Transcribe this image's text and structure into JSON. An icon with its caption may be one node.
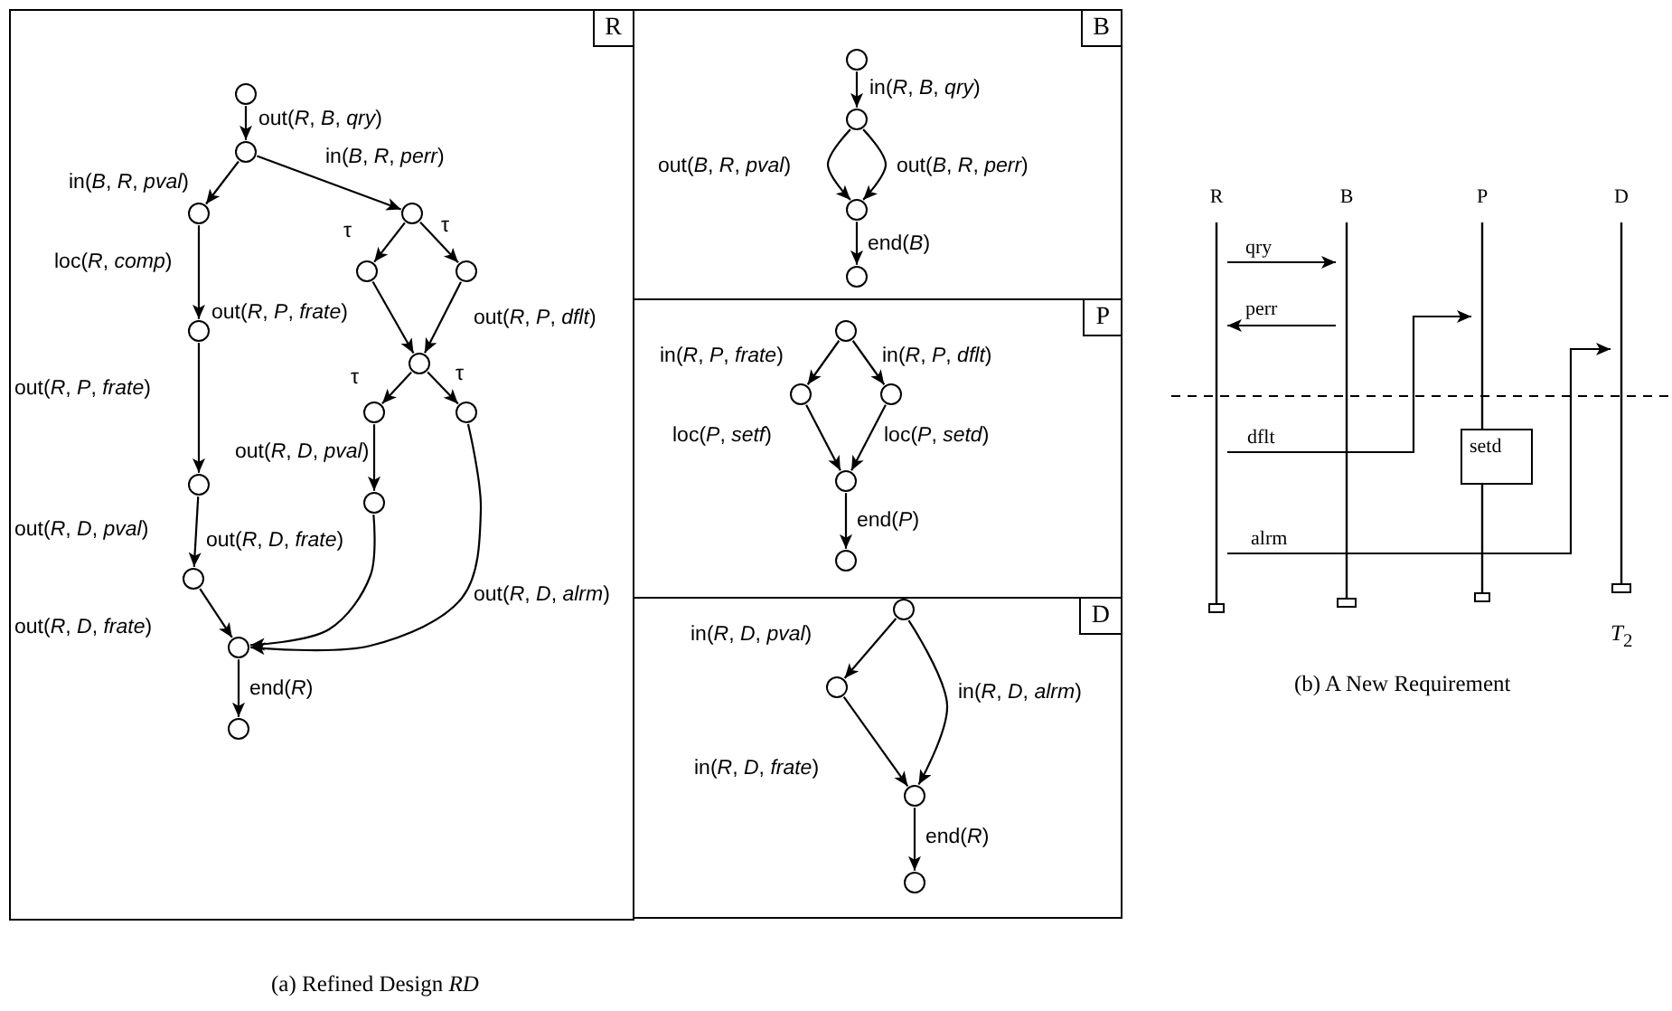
{
  "diagram": {
    "caption": "(a) Refined Design *RD*",
    "nodes": [
      {
        "text": [
          "R"
        ]
      },
      {
        "text": [],
        "shape": "circle",
        "in": 0
      },
      {
        "text": [],
        "shape": "circle",
        "in": 0
      },
      {
        "text": [],
        "shape": "circle",
        "in": 0
      },
      {
        "text": [],
        "shape": "circle",
        "in": 0
      },
      {
        "text": [],
        "shape": "circle",
        "in": 0
      },
      {
        "text": [],
        "shape": "circle",
        "in": 0
      },
      {
        "text": [],
        "shape": "circle",
        "in": 0
      },
      {
        "text": [],
        "shape": "circle",
        "in": 0
      },
      {
        "text": [],
        "shape": "circle",
        "in": 0
      },
      {
        "text": [],
        "shape": "circle",
        "in": 0
      },
      {
        "text": [],
        "shape": "circle",
        "in": 0
      },
      {
        "text": [],
        "shape": "circle",
        "in": 0
      },
      {
        "text": [],
        "shape": "circle",
        "in": 0
      },
      {
        "text": [],
        "shape": "circle",
        "in": 0
      },
      {
        "text": [],
        "shape": "circle",
        "in": 0
      },
      {
        "text": [
          "B"
        ]
      },
      {
        "text": [],
        "shape": "circle",
        "in": 16
      },
      {
        "text": [],
        "shape": "circle",
        "in": 16
      },
      {
        "text": [],
        "shape": "circle",
        "in": 16
      },
      {
        "text": [],
        "shape": "circle",
        "in": 16
      },
      {
        "text": [
          "P"
        ]
      },
      {
        "text": [],
        "shape": "circle",
        "in": 21
      },
      {
        "text": [],
        "shape": "circle",
        "in": 21
      },
      {
        "text": [],
        "shape": "circle",
        "in": 21
      },
      {
        "text": [],
        "shape": "circle",
        "in": 21
      },
      {
        "text": [],
        "shape": "circle",
        "in": 21
      },
      {
        "text": [
          "D"
        ]
      },
      {
        "text": [],
        "shape": "circle",
        "in": 27
      },
      {
        "text": [],
        "shape": "circle",
        "in": 27
      },
      {
        "text": [],
        "shape": "circle",
        "in": 27
      },
      {
        "text": [],
        "shape": "circle",
        "in": 27
      },
      {
        "text": [
          "R"
        ]
      },
      {
        "text": [
          "B"
        ]
      },
      {
        "text": [
          "P"
        ]
      },
      {
        "text": [
          "D"
        ]
      },
      {
        "text": [
          "setd"
        ]
      }
    ],
    "edges": [
      {
        "from": 1,
        "to": 2,
        "arrow": "to",
        "label": "out(*R*, *B*, *qry*)"
      },
      {
        "from": 2,
        "to": 3,
        "arrow": "to",
        "label": "in(*B*, *R*, *pval*)"
      },
      {
        "from": 2,
        "to": 4,
        "arrow": "to",
        "label": "in(*B*, *R*, *perr*)"
      },
      {
        "from": 4,
        "to": 5,
        "arrow": "to",
        "label": "τ"
      },
      {
        "from": 4,
        "to": 6,
        "arrow": "to",
        "label": "τ"
      },
      {
        "from": 3,
        "to": 7,
        "arrow": "to",
        "label": "loc(*R*, *comp*)"
      },
      {
        "from": 5,
        "to": 8,
        "arrow": "to",
        "label": "out(*R*, *P*, *frate*)"
      },
      {
        "from": 6,
        "to": 8,
        "arrow": "to",
        "label": "out(*R*, *P*, *dflt*)"
      },
      {
        "from": 8,
        "to": 9,
        "arrow": "to",
        "label": "τ"
      },
      {
        "from": 8,
        "to": 10,
        "arrow": "to",
        "label": "τ"
      },
      {
        "from": 7,
        "to": 11,
        "arrow": "to",
        "label": "out(*R*, *P*, *frate*)"
      },
      {
        "from": 9,
        "to": 12,
        "arrow": "to",
        "label": "out(*R*, *D*, *pval*)"
      },
      {
        "from": 11,
        "to": 13,
        "arrow": "to",
        "label": "out(*R*, *D*, *pval*)"
      },
      {
        "from": 12,
        "to": 14,
        "arrow": "to",
        "label": "out(*R*, *D*, *frate*)"
      },
      {
        "from": 10,
        "to": 14,
        "arrow": "to",
        "label": "out(*R*, *D*, *alrm*)"
      },
      {
        "from": 13,
        "to": 14,
        "arrow": "to",
        "label": "out(*R*, *D*, *frate*)"
      },
      {
        "from": 14,
        "to": 15,
        "arrow": "to",
        "label": "end(*R*)"
      },
      {
        "from": 17,
        "to": 18,
        "arrow": "to",
        "label": "in(*R*, *B*, *qry*)"
      },
      {
        "from": 18,
        "to": 19,
        "arrow": "to",
        "label": "out(*B*, *R*, *pval*)"
      },
      {
        "from": 18,
        "to": 19,
        "arrow": "to",
        "label": "out(*B*, *R*, *perr*)"
      },
      {
        "from": 19,
        "to": 20,
        "arrow": "to",
        "label": "end(*B*)"
      },
      {
        "from": 22,
        "to": 23,
        "arrow": "to",
        "label": "in(*R*, *P*, *frate*)"
      },
      {
        "from": 22,
        "to": 24,
        "arrow": "to",
        "label": "in(*R*, *P*, *dflt*)"
      },
      {
        "from": 23,
        "to": 25,
        "arrow": "to",
        "label": "loc(*P*, *setf*)"
      },
      {
        "from": 24,
        "to": 25,
        "arrow": "to",
        "label": "loc(*P*, *setd*)"
      },
      {
        "from": 25,
        "to": 26,
        "arrow": "to",
        "label": "end(*P*)"
      },
      {
        "from": 28,
        "to": 29,
        "arrow": "to",
        "label": "in(*R*, *D*, *pval*)"
      },
      {
        "from": 28,
        "to": 30,
        "arrow": "to",
        "label": "in(*R*, *D*, *alrm*)"
      },
      {
        "from": 29,
        "to": 30,
        "arrow": "to",
        "label": "in(*R*, *D*, *frate*)"
      },
      {
        "from": 30,
        "to": 31,
        "arrow": "to",
        "label": "end(*R*)"
      },
      {
        "from": 32,
        "to": 33,
        "arrow": "to",
        "label": "qry"
      },
      {
        "from": 33,
        "to": 32,
        "arrow": "to",
        "label": "perr"
      },
      {
        "from": 32,
        "to": 34,
        "arrow": "to",
        "label": "dflt"
      },
      {
        "from": 32,
        "to": 35,
        "arrow": "to",
        "label": "alrm"
      }
    ],
    "labels": [
      "*T*$_{2}$",
      "(b) A New Requirement"
    ]
  }
}
